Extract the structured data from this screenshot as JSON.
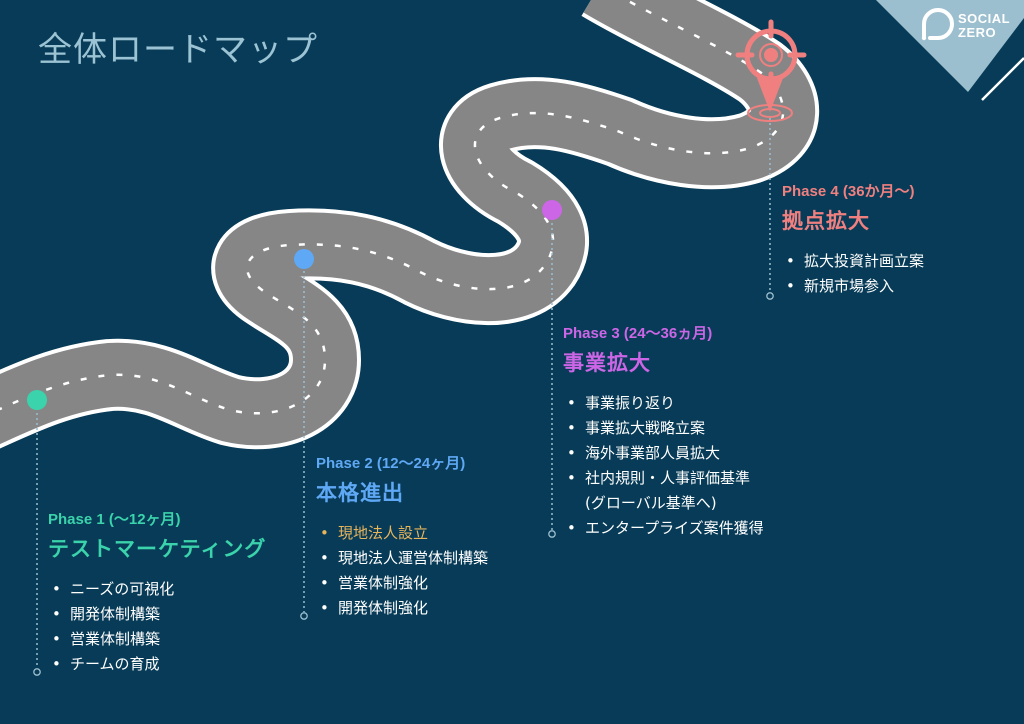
{
  "page": {
    "title": "全体ロードマップ",
    "background": "#073b57"
  },
  "logo": {
    "line1": "SOCIAL",
    "line2": "ZERO",
    "panel_color": "#9cbfcf"
  },
  "road": {
    "asphalt": "#868686",
    "edge": "#ffffff",
    "marker_end_icon": "target-location-pin",
    "marker_end_color": "#f08080"
  },
  "phases": [
    {
      "label": "Phase 1 (〜12ヶ月)",
      "title": "テストマーケティング",
      "color": "#3bd3ab",
      "items": [
        {
          "text": "ニーズの可視化",
          "highlight": false
        },
        {
          "text": "開発体制構築",
          "highlight": false
        },
        {
          "text": "営業体制構築",
          "highlight": false
        },
        {
          "text": "チームの育成",
          "highlight": false
        }
      ]
    },
    {
      "label": "Phase 2 (12〜24ヶ月)",
      "title": "本格進出",
      "color": "#5fa8f5",
      "items": [
        {
          "text": "現地法人設立",
          "highlight": true
        },
        {
          "text": "現地法人運営体制構築",
          "highlight": false
        },
        {
          "text": "営業体制強化",
          "highlight": false
        },
        {
          "text": "開発体制強化",
          "highlight": false
        }
      ]
    },
    {
      "label": "Phase 3 (24〜36ヵ月)",
      "title": "事業拡大",
      "color": "#cc66e6",
      "items": [
        {
          "text": "事業振り返り",
          "highlight": false
        },
        {
          "text": "事業拡大戦略立案",
          "highlight": false
        },
        {
          "text": "海外事業部人員拡大",
          "highlight": false
        },
        {
          "text": "社内規則・人事評価基準",
          "highlight": false
        },
        {
          "text": "(グローバル基準へ)",
          "highlight": false,
          "continuation": true
        },
        {
          "text": "エンタープライズ案件獲得",
          "highlight": false
        }
      ]
    },
    {
      "label": "Phase 4 (36か月〜)",
      "title": "拠点拡大",
      "color": "#f08080",
      "items": [
        {
          "text": "拡大投資計画立案",
          "highlight": false
        },
        {
          "text": "新規市場参入",
          "highlight": false
        }
      ]
    }
  ],
  "bullet": "•"
}
